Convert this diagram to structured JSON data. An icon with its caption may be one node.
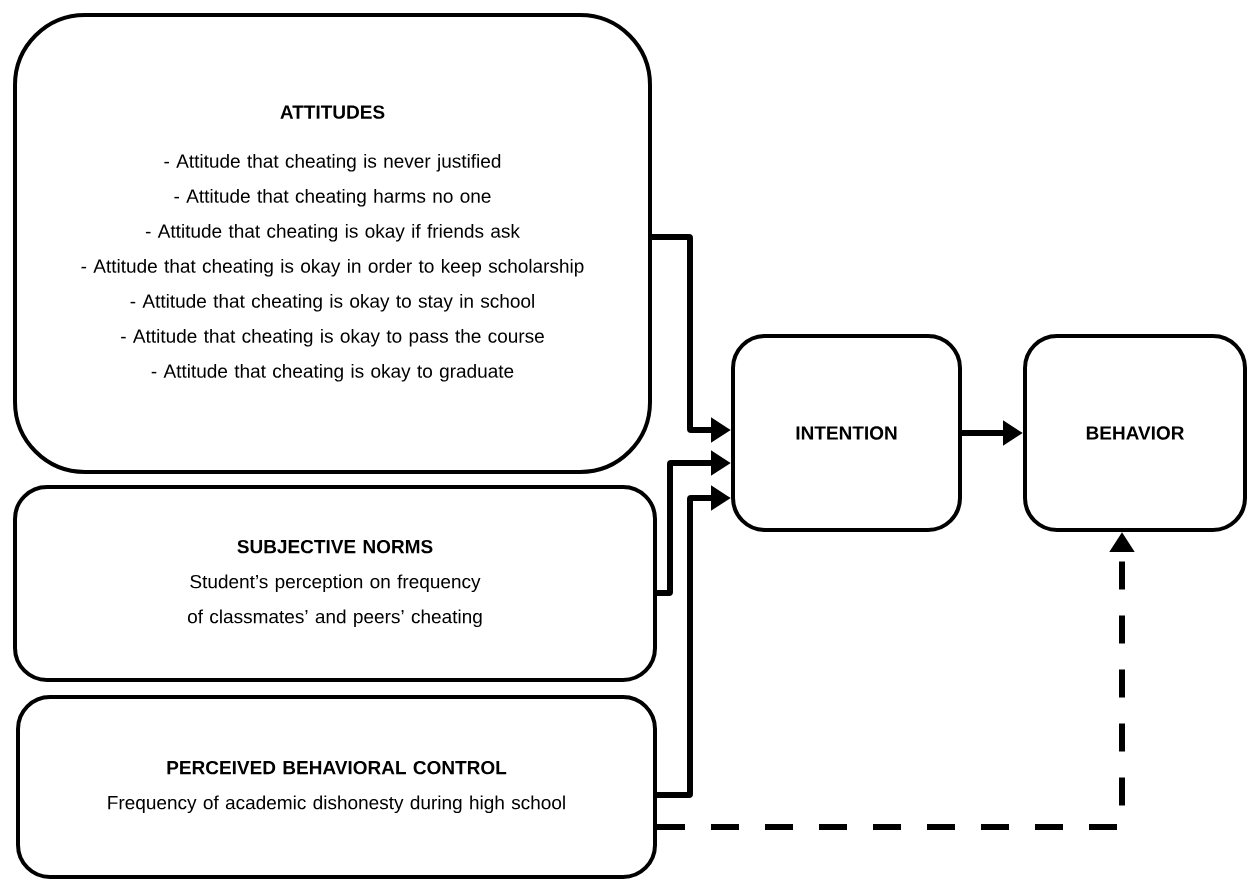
{
  "diagram": {
    "nodes": [
      {
        "text": [
          "ATTITUDES",
          "- Attitude that cheating is never justified",
          "- Attitude that cheating harms no one",
          "- Attitude that cheating is okay if friends ask",
          "- Attitude that cheating is okay in order to keep scholarship",
          "- Attitude that cheating is okay to stay in school",
          "- Attitude that cheating is okay to pass the course",
          "- Attitude that cheating is okay to graduate"
        ]
      },
      {
        "text": [
          "SUBJECTIVE NORMS",
          "Student’s perception on frequency of classmates’ and peers’ cheating"
        ]
      },
      {
        "text": [
          "PERCEIVED BEHAVIORAL CONTROL",
          "Frequency of academic dishonesty during high school"
        ]
      },
      {
        "text": [
          "INTENTION"
        ]
      },
      {
        "text": [
          "BEHAVIOR"
        ]
      }
    ],
    "edges": [
      {
        "from": 0,
        "to": 3,
        "arrow": "to"
      },
      {
        "from": 1,
        "to": 3,
        "arrow": "to"
      },
      {
        "from": 2,
        "to": 3,
        "arrow": "to"
      },
      {
        "from": 3,
        "to": 4,
        "arrow": "to"
      },
      {
        "from": 2,
        "to": 4,
        "arrow": "to",
        "style": "dashed"
      }
    ]
  }
}
